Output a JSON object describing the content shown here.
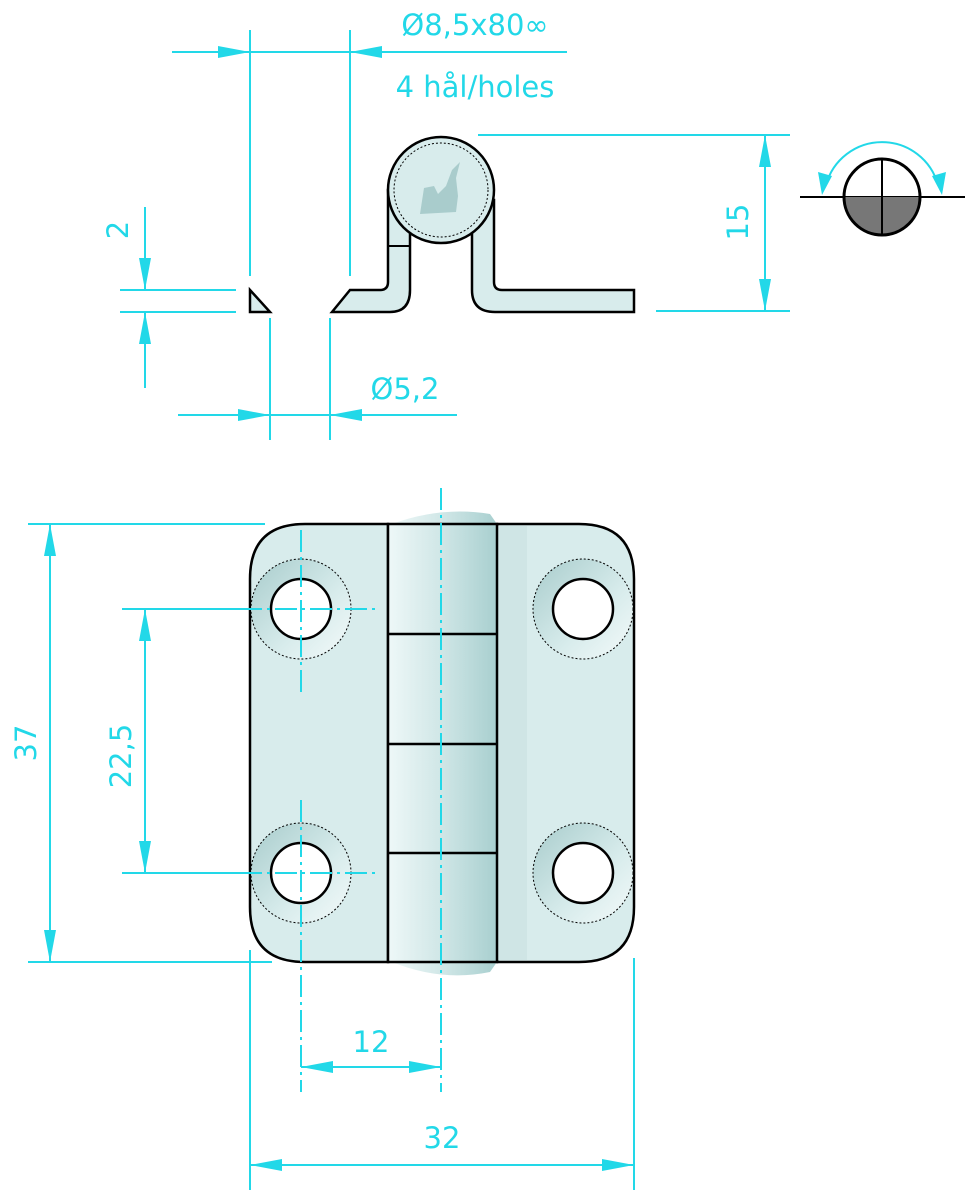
{
  "title_dims": {
    "hole_spec": "Ø8,5x80∞",
    "hole_count": "4 hål/holes",
    "height": "15",
    "thickness": "2",
    "hole_diameter": "Ø5,2"
  },
  "front_dims": {
    "height": "37",
    "hole_spacing": "22,5",
    "center_offset": "12",
    "width": "32"
  },
  "colors": {
    "dimension": "#22d8e8",
    "part_fill": "#d8ecec",
    "outline": "#000000",
    "quadrant": "#777777"
  },
  "icons": [
    "rotation-symbol-icon",
    "brand-logo-icon"
  ]
}
